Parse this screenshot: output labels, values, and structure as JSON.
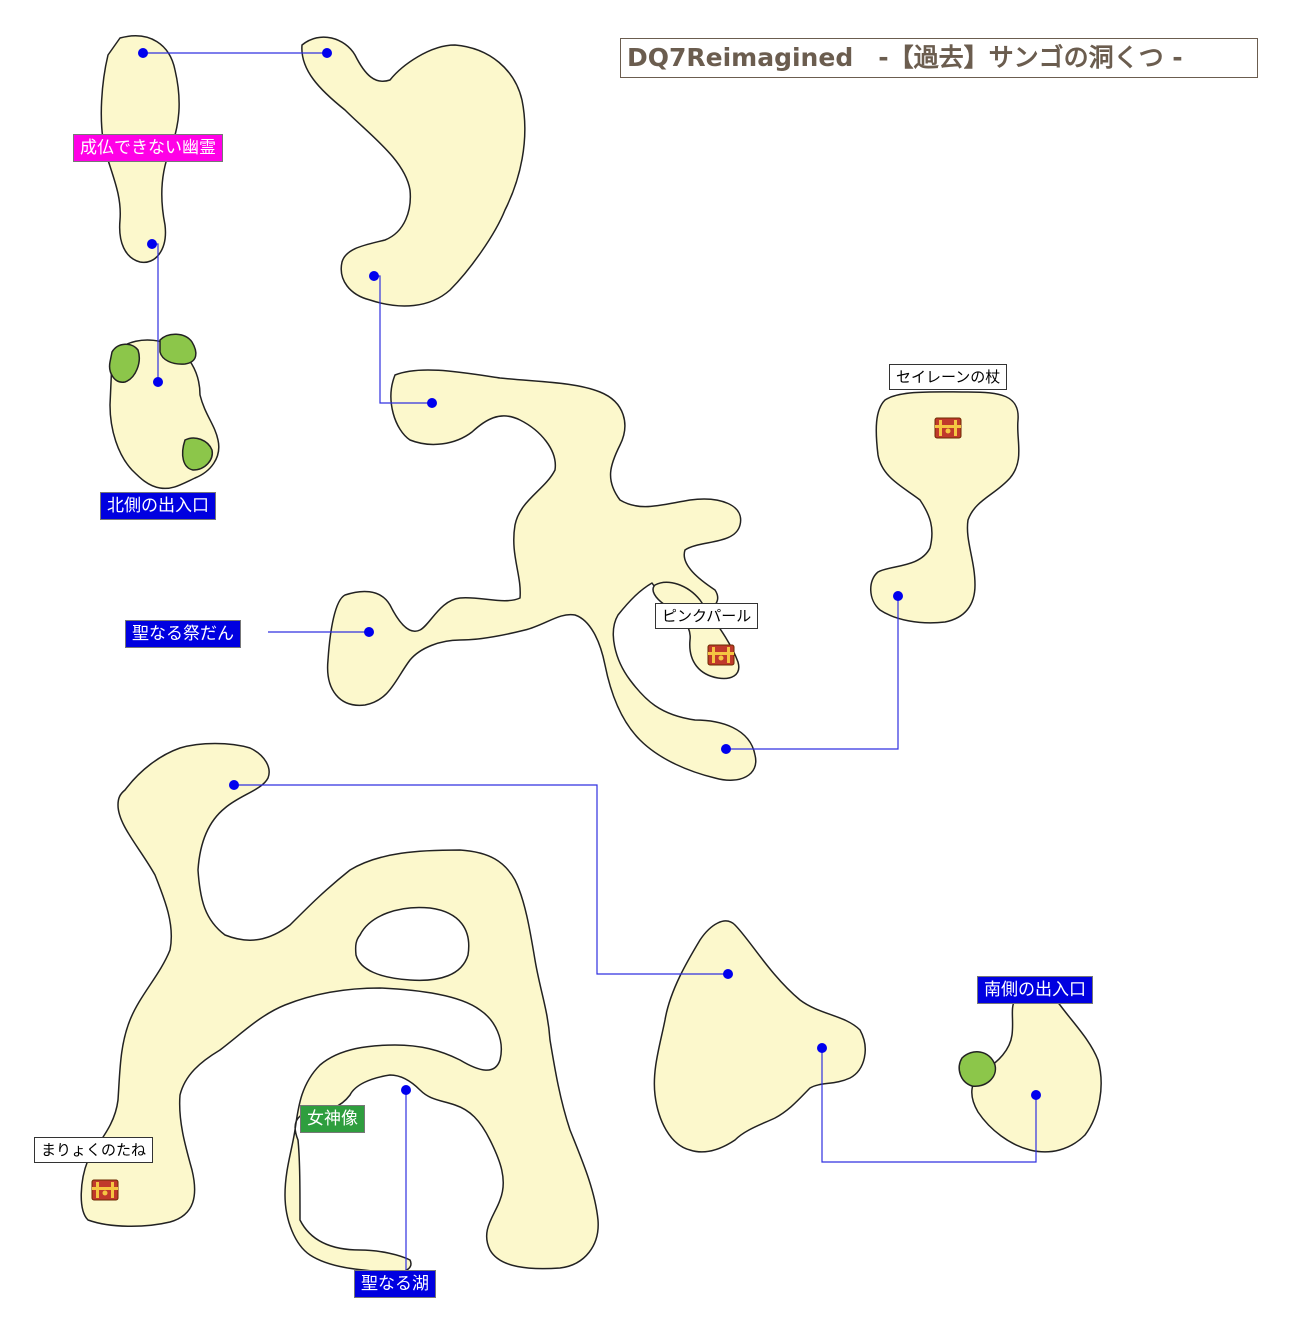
{
  "map": {
    "title": "DQ7Reimagined　-【過去】サンゴの洞くつ -",
    "colors": {
      "floor": "#fcf8cc",
      "outline": "#222222",
      "grass": "#8cc64a",
      "link_line": "#3030e0",
      "waypoint": "#0000ee",
      "chest": "#c0392b"
    },
    "labels": {
      "ghost": "成仏できない幽霊",
      "north_exit": "北側の出入口",
      "siren_staff": "セイレーンの杖",
      "holy_altar": "聖なる祭だん",
      "pink_pearl": "ピンクパール",
      "south_exit": "南側の出入口",
      "magic_seed": "まりょくのたね",
      "goddess_statue": "女神像",
      "holy_lake": "聖なる湖"
    },
    "icons": [
      "treasure-chest-icon",
      "waypoint-dot-icon"
    ]
  }
}
